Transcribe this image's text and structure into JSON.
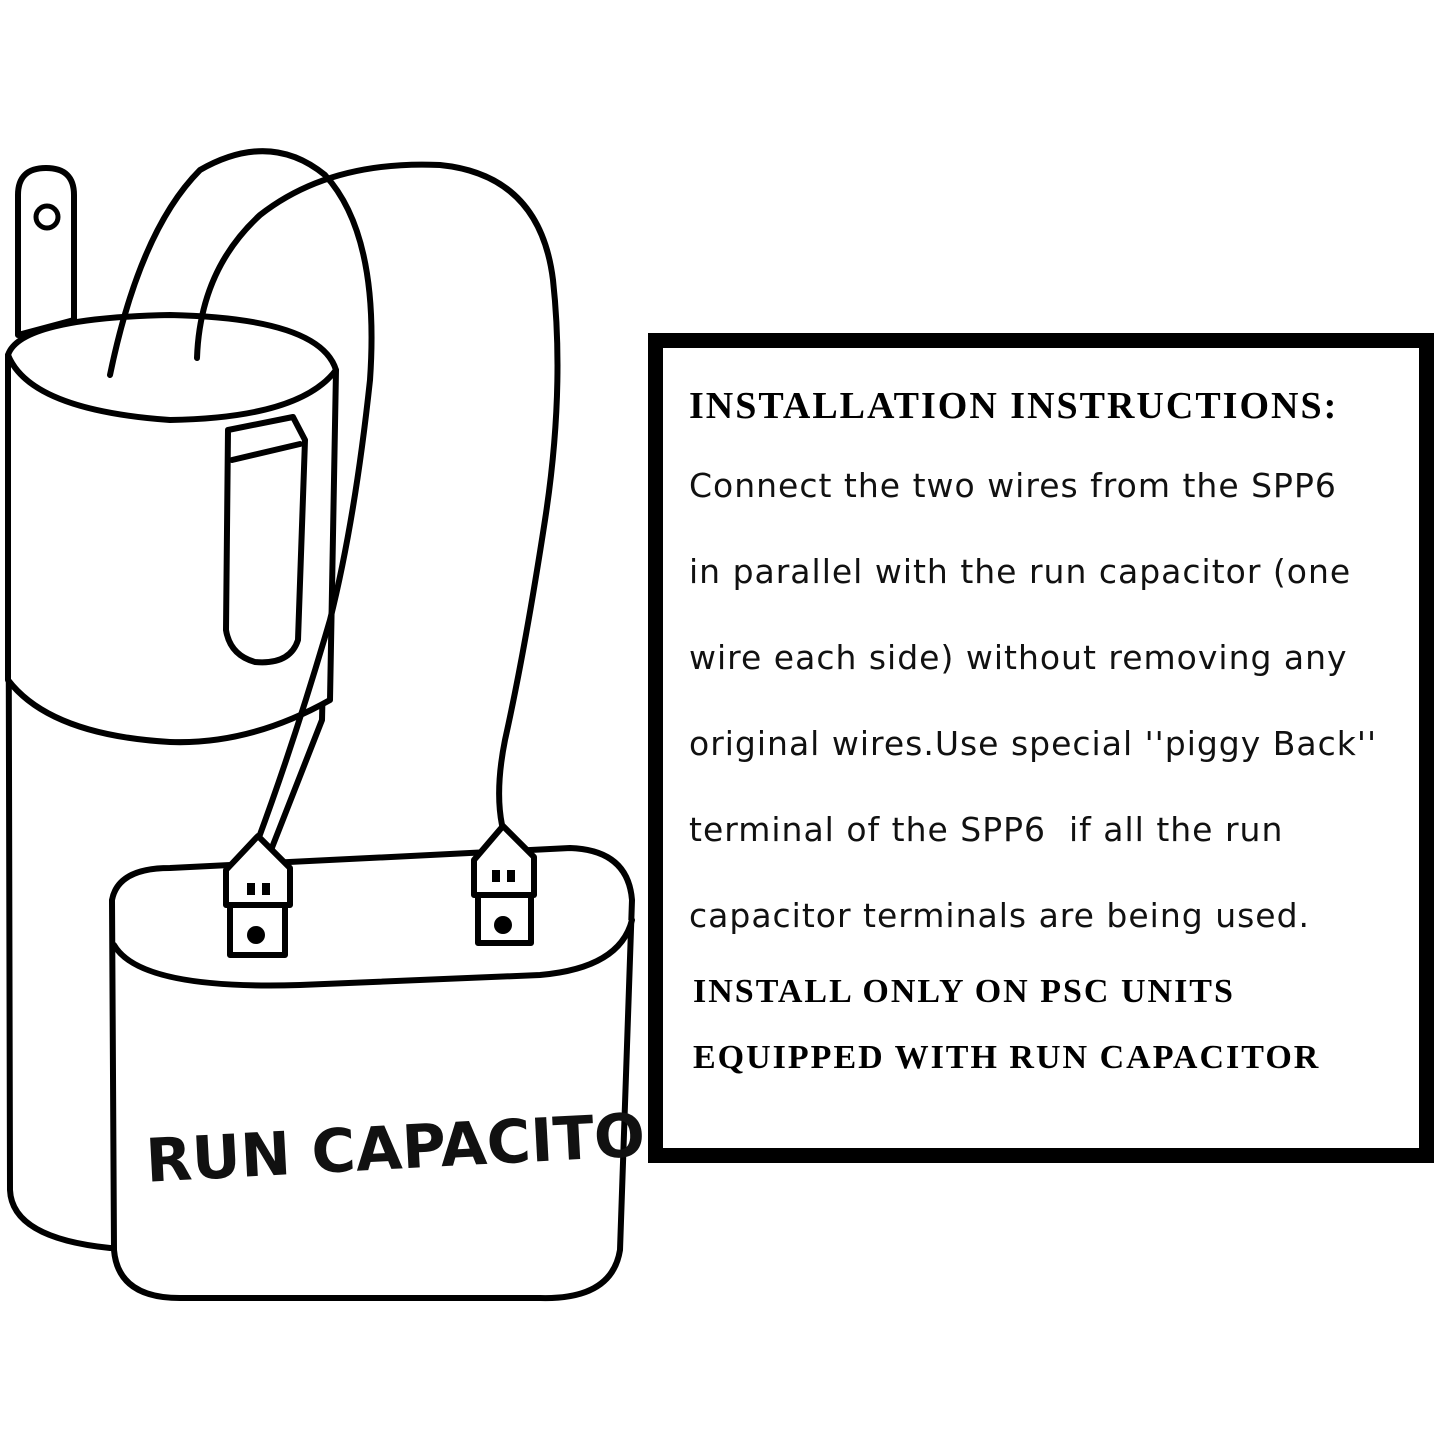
{
  "diagram": {
    "capacitor_label": "RUN CAPACITOR"
  },
  "instructions": {
    "heading": "INSTALLATION INSTRUCTIONS:",
    "lines": [
      "Connect the two wires from the SPP6",
      "in parallel with the run capacitor (one",
      "wire each side) without removing any",
      "original wires.Use special ''piggy Back''",
      "terminal of the SPP6  if all the run",
      "capacitor terminals are being used."
    ],
    "warning_lines": [
      "INSTALL ONLY ON PSC UNITS",
      "EQUIPPED WITH RUN CAPACITOR"
    ]
  }
}
